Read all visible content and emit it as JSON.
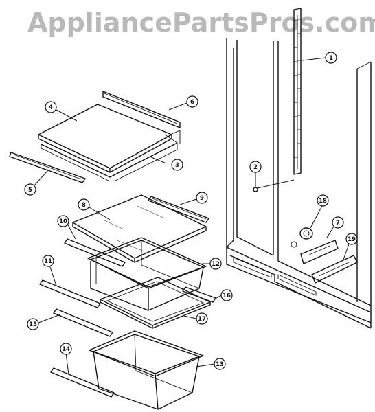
{
  "watermark": {
    "text": "AppliancePartsPros.com",
    "color": "#b9b9b9"
  },
  "callouts": [
    {
      "id": "callout-1",
      "label": "1"
    },
    {
      "id": "callout-2",
      "label": "2"
    },
    {
      "id": "callout-3",
      "label": "3"
    },
    {
      "id": "callout-4",
      "label": "4"
    },
    {
      "id": "callout-5",
      "label": "5"
    },
    {
      "id": "callout-6",
      "label": "6"
    },
    {
      "id": "callout-7",
      "label": "7"
    },
    {
      "id": "callout-8",
      "label": "8"
    },
    {
      "id": "callout-9",
      "label": "9"
    },
    {
      "id": "callout-10",
      "label": "10"
    },
    {
      "id": "callout-11",
      "label": "11"
    },
    {
      "id": "callout-12",
      "label": "12"
    },
    {
      "id": "callout-13",
      "label": "13"
    },
    {
      "id": "callout-14",
      "label": "14"
    },
    {
      "id": "callout-15",
      "label": "15"
    },
    {
      "id": "callout-16",
      "label": "16"
    },
    {
      "id": "callout-17",
      "label": "17"
    },
    {
      "id": "callout-18",
      "label": "18"
    },
    {
      "id": "callout-19",
      "label": "19"
    }
  ]
}
